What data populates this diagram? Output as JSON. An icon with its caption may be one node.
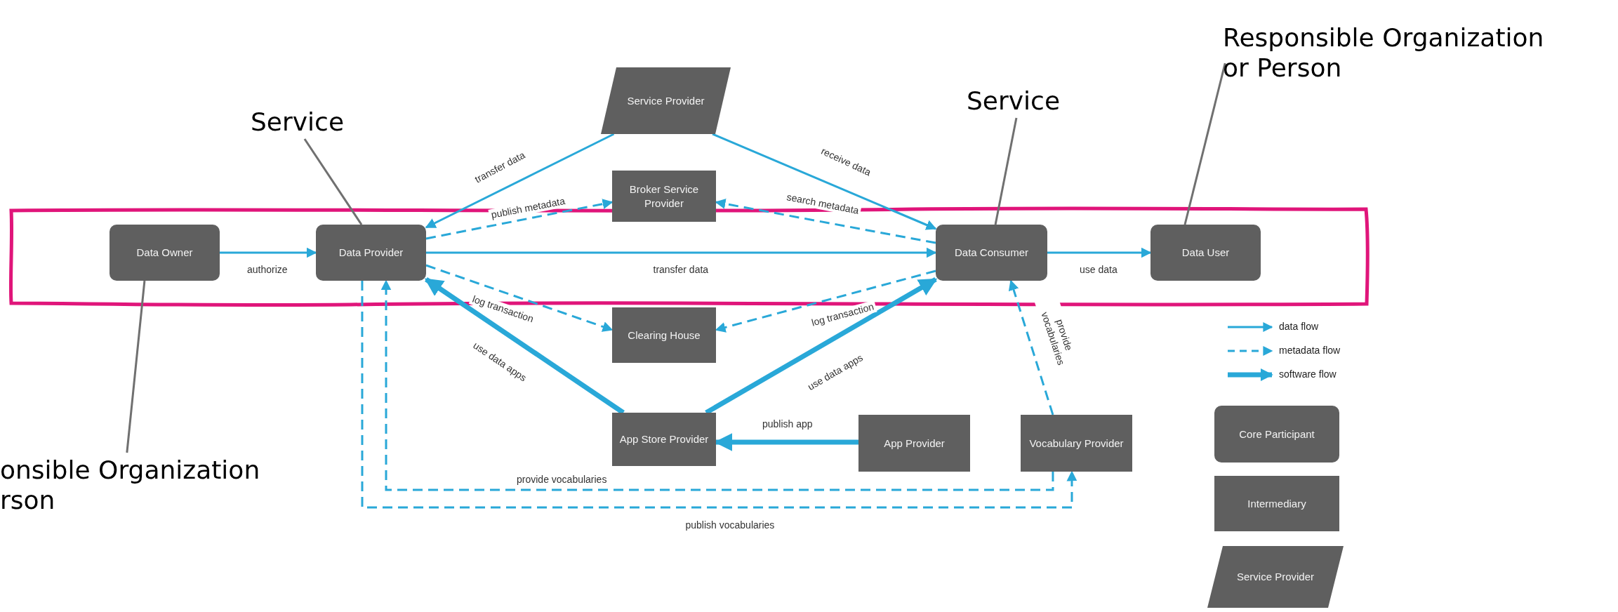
{
  "diagram": {
    "nodes": [
      {
        "text": [
          "Service Provider"
        ]
      },
      {
        "text": [
          "Responsible Organization or Person"
        ]
      },
      {
        "text": [
          "Service"
        ]
      },
      {
        "text": [
          "Service"
        ]
      },
      {
        "text": [
          "Broker Service Provider"
        ]
      },
      {
        "text": [
          "Data Owner"
        ]
      },
      {
        "text": [
          "Data Provider"
        ]
      },
      {
        "text": [
          "Data Consumer"
        ]
      },
      {
        "text": [
          "Data User"
        ]
      },
      {
        "text": [
          "Clearing House"
        ]
      },
      {
        "text": [
          "onsible Organization rson"
        ]
      },
      {
        "text": [
          "App Store Provider"
        ]
      },
      {
        "text": [
          "App Provider"
        ]
      },
      {
        "text": [
          "Vocabulary Provider"
        ]
      },
      {
        "text": [
          "Core Participant"
        ]
      },
      {
        "text": [
          "Intermediary"
        ]
      },
      {
        "text": [
          "Service Provider"
        ]
      }
    ],
    "edges": [
      {
        "from": 5,
        "to": 6,
        "arrow": "to",
        "label": "authorize"
      },
      {
        "from": 6,
        "to": 7,
        "arrow": "to",
        "label": "transfer data"
      },
      {
        "from": 7,
        "to": 8,
        "arrow": "to",
        "label": "use data"
      },
      {
        "from": 0,
        "to": 6,
        "arrow": "to",
        "label": "transfer data"
      },
      {
        "from": 0,
        "to": 7,
        "arrow": "to",
        "label": "receive data"
      },
      {
        "from": 6,
        "to": 4,
        "arrow": "to",
        "label": "publish metadata",
        "style": "dashed"
      },
      {
        "from": 7,
        "to": 4,
        "arrow": "to",
        "label": "search metadata",
        "style": "dashed"
      },
      {
        "from": 6,
        "to": 9,
        "arrow": "to",
        "label": "log transaction",
        "style": "dashed"
      },
      {
        "from": 7,
        "to": 9,
        "arrow": "to",
        "label": "log transaction",
        "style": "dashed"
      },
      {
        "from": 11,
        "to": 6,
        "arrow": "to",
        "label": "use data apps",
        "style": "thick"
      },
      {
        "from": 11,
        "to": 7,
        "arrow": "to",
        "label": "use data apps",
        "style": "thick"
      },
      {
        "from": 12,
        "to": 11,
        "arrow": "to",
        "label": "publish app",
        "style": "thick"
      },
      {
        "from": 13,
        "to": 7,
        "arrow": "to",
        "label": "provide vocabularies",
        "style": "dashed"
      },
      {
        "from": 13,
        "to": 6,
        "arrow": "to",
        "label": "provide vocabularies",
        "style": "dashed"
      },
      {
        "from": 6,
        "to": 13,
        "arrow": "to",
        "label": "publish vocabularies",
        "style": "dashed"
      },
      {
        "from": 3,
        "to": 6,
        "arrow": "none",
        "color": "#707070"
      },
      {
        "from": 2,
        "to": 7,
        "arrow": "none",
        "color": "#707070"
      },
      {
        "from": 1,
        "to": 8,
        "arrow": "none",
        "color": "#707070"
      },
      {
        "from": 10,
        "to": 5,
        "arrow": "none",
        "color": "#707070"
      }
    ],
    "legend": [
      {
        "text": "data flow"
      },
      {
        "text": "metadata flow"
      },
      {
        "text": "software flow"
      }
    ]
  }
}
